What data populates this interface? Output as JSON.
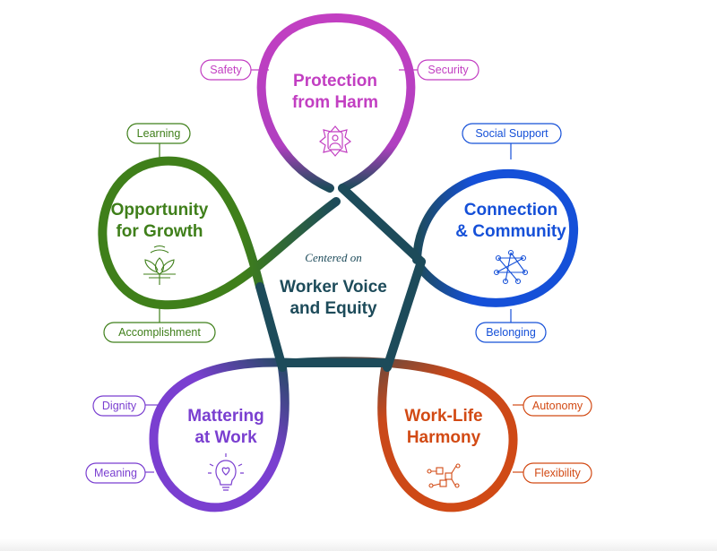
{
  "colors": {
    "protection": "#c23fc2",
    "connection": "#1550d8",
    "worklife": "#d24a14",
    "mattering": "#7a3fd0",
    "opportunity": "#3f7f1a",
    "center": "#1d4b5a"
  },
  "center": {
    "subtitle": "Centered on",
    "title_line1": "Worker Voice",
    "title_line2": "and Equity"
  },
  "petals": {
    "protection": {
      "title_line1": "Protection",
      "title_line2": "from Harm",
      "icon": "shield-person-icon",
      "tags": [
        "Safety",
        "Security"
      ]
    },
    "connection": {
      "title_line1": "Connection",
      "title_line2": "& Community",
      "icon": "network-icon",
      "tags": [
        "Social Support",
        "Belonging"
      ]
    },
    "worklife": {
      "title_line1": "Work-Life",
      "title_line2": "Harmony",
      "icon": "puzzle-network-icon",
      "tags": [
        "Autonomy",
        "Flexibility"
      ]
    },
    "mattering": {
      "title_line1": "Mattering",
      "title_line2": "at Work",
      "icon": "lightbulb-heart-icon",
      "tags": [
        "Dignity",
        "Meaning"
      ]
    },
    "opportunity": {
      "title_line1": "Opportunity",
      "title_line2": "for Growth",
      "icon": "lotus-icon",
      "tags": [
        "Learning",
        "Accomplishment"
      ]
    }
  }
}
